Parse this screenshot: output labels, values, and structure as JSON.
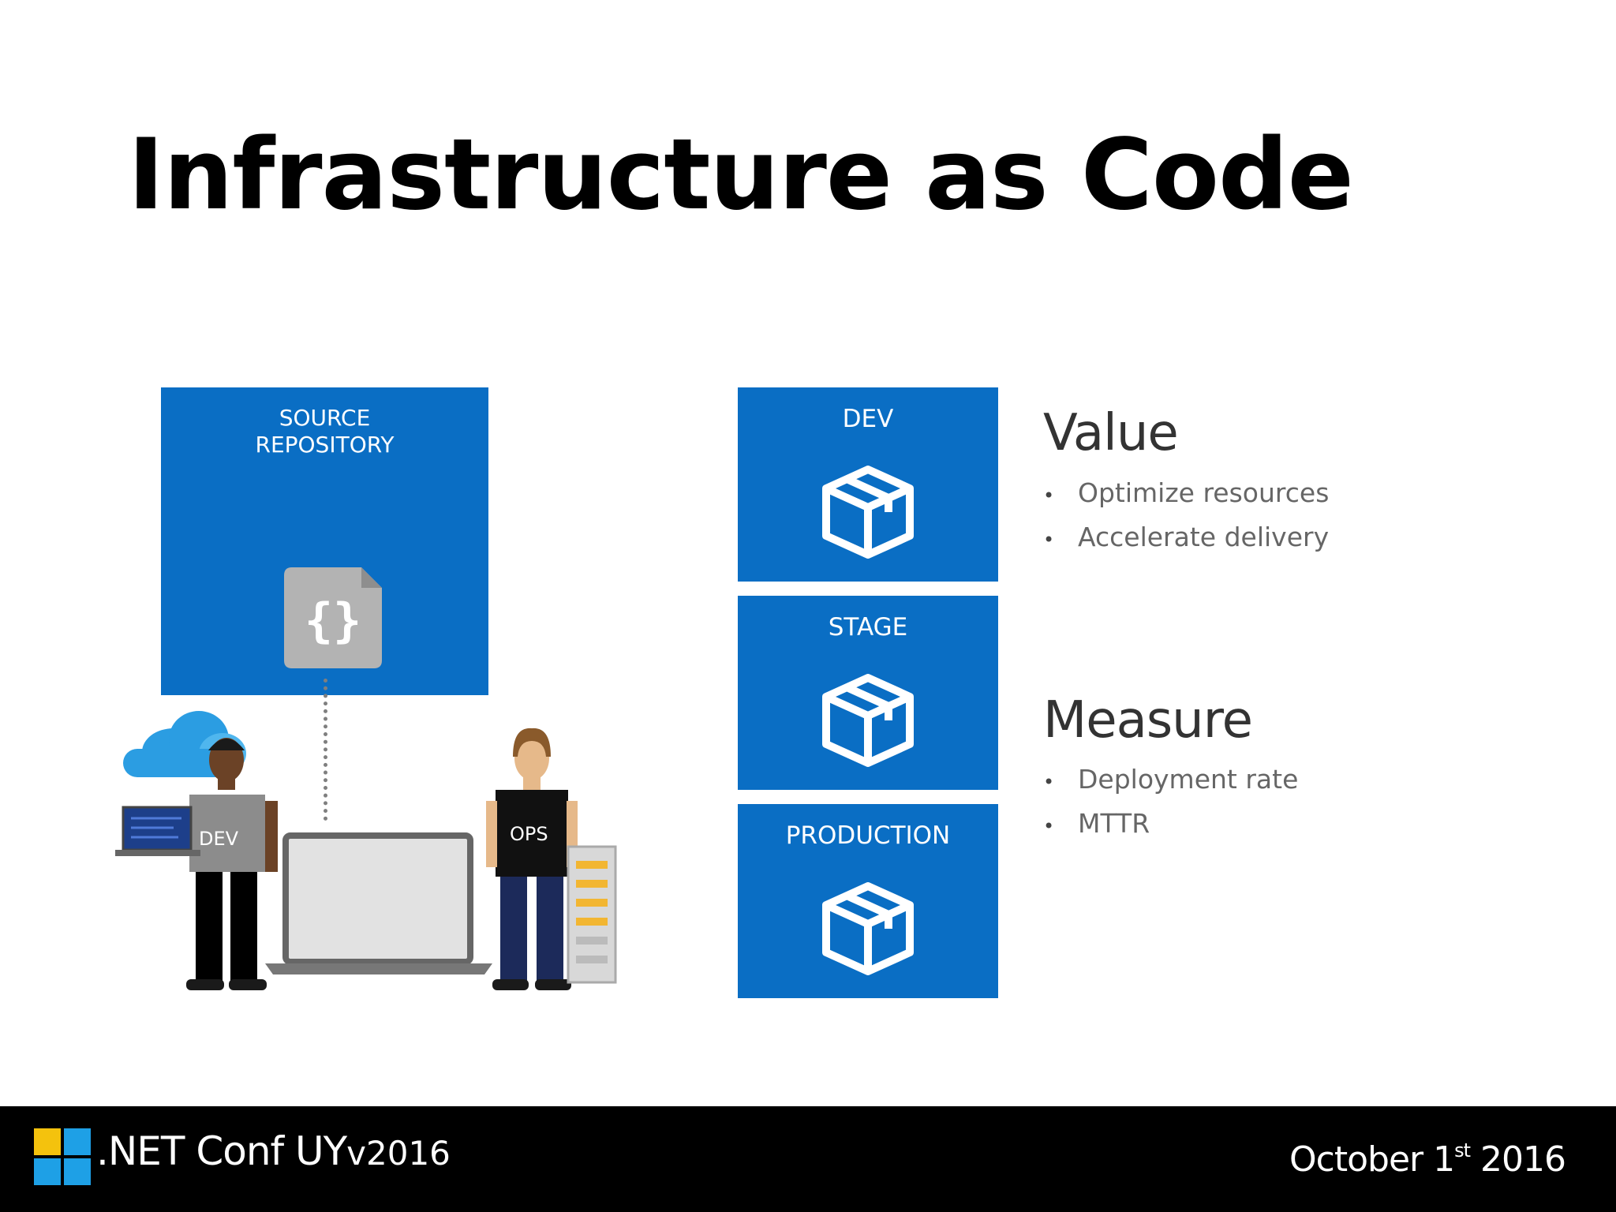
{
  "slide": {
    "title": "Infrastructure as Code"
  },
  "diagram": {
    "repository": {
      "label_line1": "SOURCE",
      "label_line2": "REPOSITORY",
      "code_symbol": "{}"
    },
    "environments": [
      {
        "label": "DEV",
        "icon": "package-icon"
      },
      {
        "label": "STAGE",
        "icon": "package-icon"
      },
      {
        "label": "PRODUCTION",
        "icon": "package-icon"
      }
    ],
    "people": {
      "dev_label": "DEV",
      "ops_label": "OPS"
    },
    "colors": {
      "accent_blue": "#0a6ec4",
      "footer_bg": "#000000"
    }
  },
  "value": {
    "heading": "Value",
    "items": [
      "Optimize resources",
      "Accelerate delivery"
    ]
  },
  "measure": {
    "heading": "Measure",
    "items": [
      "Deployment rate",
      "MTTR"
    ]
  },
  "footer": {
    "brand": ".NET Conf UY",
    "version": "v2016",
    "date_prefix": "October 1",
    "date_suffix": "st",
    "date_year": " 2016"
  }
}
